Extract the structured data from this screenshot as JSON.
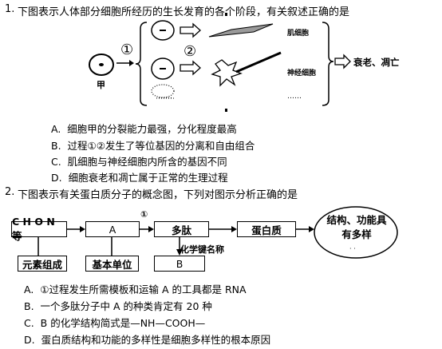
{
  "q1": {
    "number": "1.",
    "text": "下图表示人体部分细胞所经历的生长发育的各个阶段，有关叙述正确的是",
    "diagram": {
      "cell_label": "甲",
      "step1": "①",
      "step2": "②",
      "muscle_label": "肌细胞",
      "nerve_label": "神经细胞",
      "end_label": "衰老、凋亡",
      "dots_left": "……",
      "dots_right": "……"
    },
    "options": [
      {
        "letter": "A.",
        "text": "细胞甲的分裂能力最强，分化程度最高"
      },
      {
        "letter": "B.",
        "text": "过程①②发生了等位基因的分离和自由组合"
      },
      {
        "letter": "C.",
        "text": "肌细胞与神经细胞内所含的基因不同"
      },
      {
        "letter": "D.",
        "text": "细胞衰老和凋亡属于正常的生理过程"
      }
    ]
  },
  "q2": {
    "number": "2.",
    "text": "下图表示有关蛋白质分子的概念图，下列对图示分析正确的是",
    "diagram": {
      "chon": "C H O N 等",
      "a": "A",
      "peptide": "多肽",
      "protein": "蛋白质",
      "function": "结构、功能具有多样",
      "function_tail": "· ·",
      "element": "元素组成",
      "unit": "基本单位",
      "bond": "化学键名称",
      "b": "B",
      "step1": "①"
    },
    "options": [
      {
        "letter": "A.",
        "text": "①过程发生所需模板和运输 A 的工具都是 RNA"
      },
      {
        "letter": "B.",
        "text": "一个多肽分子中 A 的种类肯定有 20 种"
      },
      {
        "letter": "C.",
        "text": "B 的化学结构简式是—NH—COOH—"
      },
      {
        "letter": "D.",
        "text": "蛋白质结构和功能的多样性是细胞多样性的根本原因"
      }
    ]
  }
}
